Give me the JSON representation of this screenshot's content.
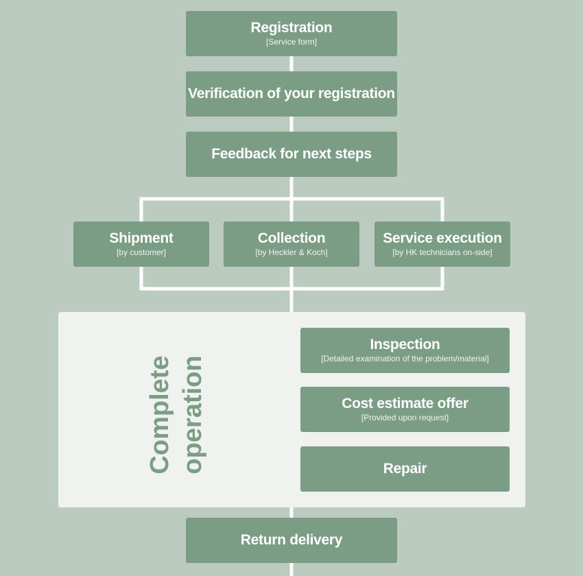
{
  "colors": {
    "background": "#bccbc0",
    "box": "#7b9c85",
    "panel": "#f0f2ef",
    "connector": "#ffffff"
  },
  "registration": {
    "title": "Registration",
    "sub": "[Service form]"
  },
  "verification": {
    "title": "Verification of your registration"
  },
  "feedback": {
    "title": "Feedback for next steps"
  },
  "branches": [
    {
      "title": "Shipment",
      "sub": "[by customer]"
    },
    {
      "title": "Collection",
      "sub": "[by Heckler & Koch]"
    },
    {
      "title": "Service execution",
      "sub": "[by HK technicians on-side]"
    }
  ],
  "operation": {
    "label_line1": "Complete",
    "label_line2": "operation",
    "steps": [
      {
        "title": "Inspection",
        "sub": "[Detailed examination of the problem/material]"
      },
      {
        "title": "Cost estimate offer",
        "sub": "[Provided upon request]"
      },
      {
        "title": "Repair"
      }
    ]
  },
  "return_delivery": {
    "title": "Return delivery"
  }
}
